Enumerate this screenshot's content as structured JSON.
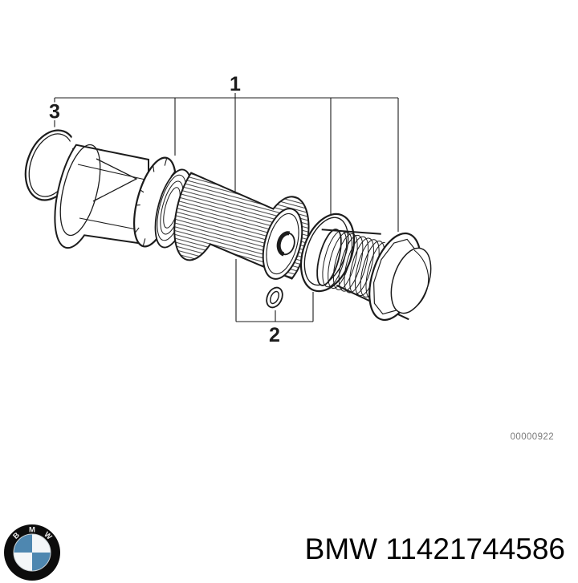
{
  "page": {
    "background_color": "#ffffff"
  },
  "diagram": {
    "callouts": {
      "item1_label": "1",
      "item2_label": "2",
      "item3_label": "3"
    },
    "drawing_number": "00000922",
    "line_color": "#1c1c1c",
    "drawing_number_color": "#7a7a7a"
  },
  "footer": {
    "brand": "BMW",
    "part_number": "11421744586",
    "logo": {
      "letters": {
        "b": "B",
        "m": "M",
        "w": "W"
      },
      "blue_color": "#4e87b0",
      "white_color": "#f3f6f8",
      "ring_color": "#0c0c0c",
      "letter_color": "#ededed"
    }
  }
}
